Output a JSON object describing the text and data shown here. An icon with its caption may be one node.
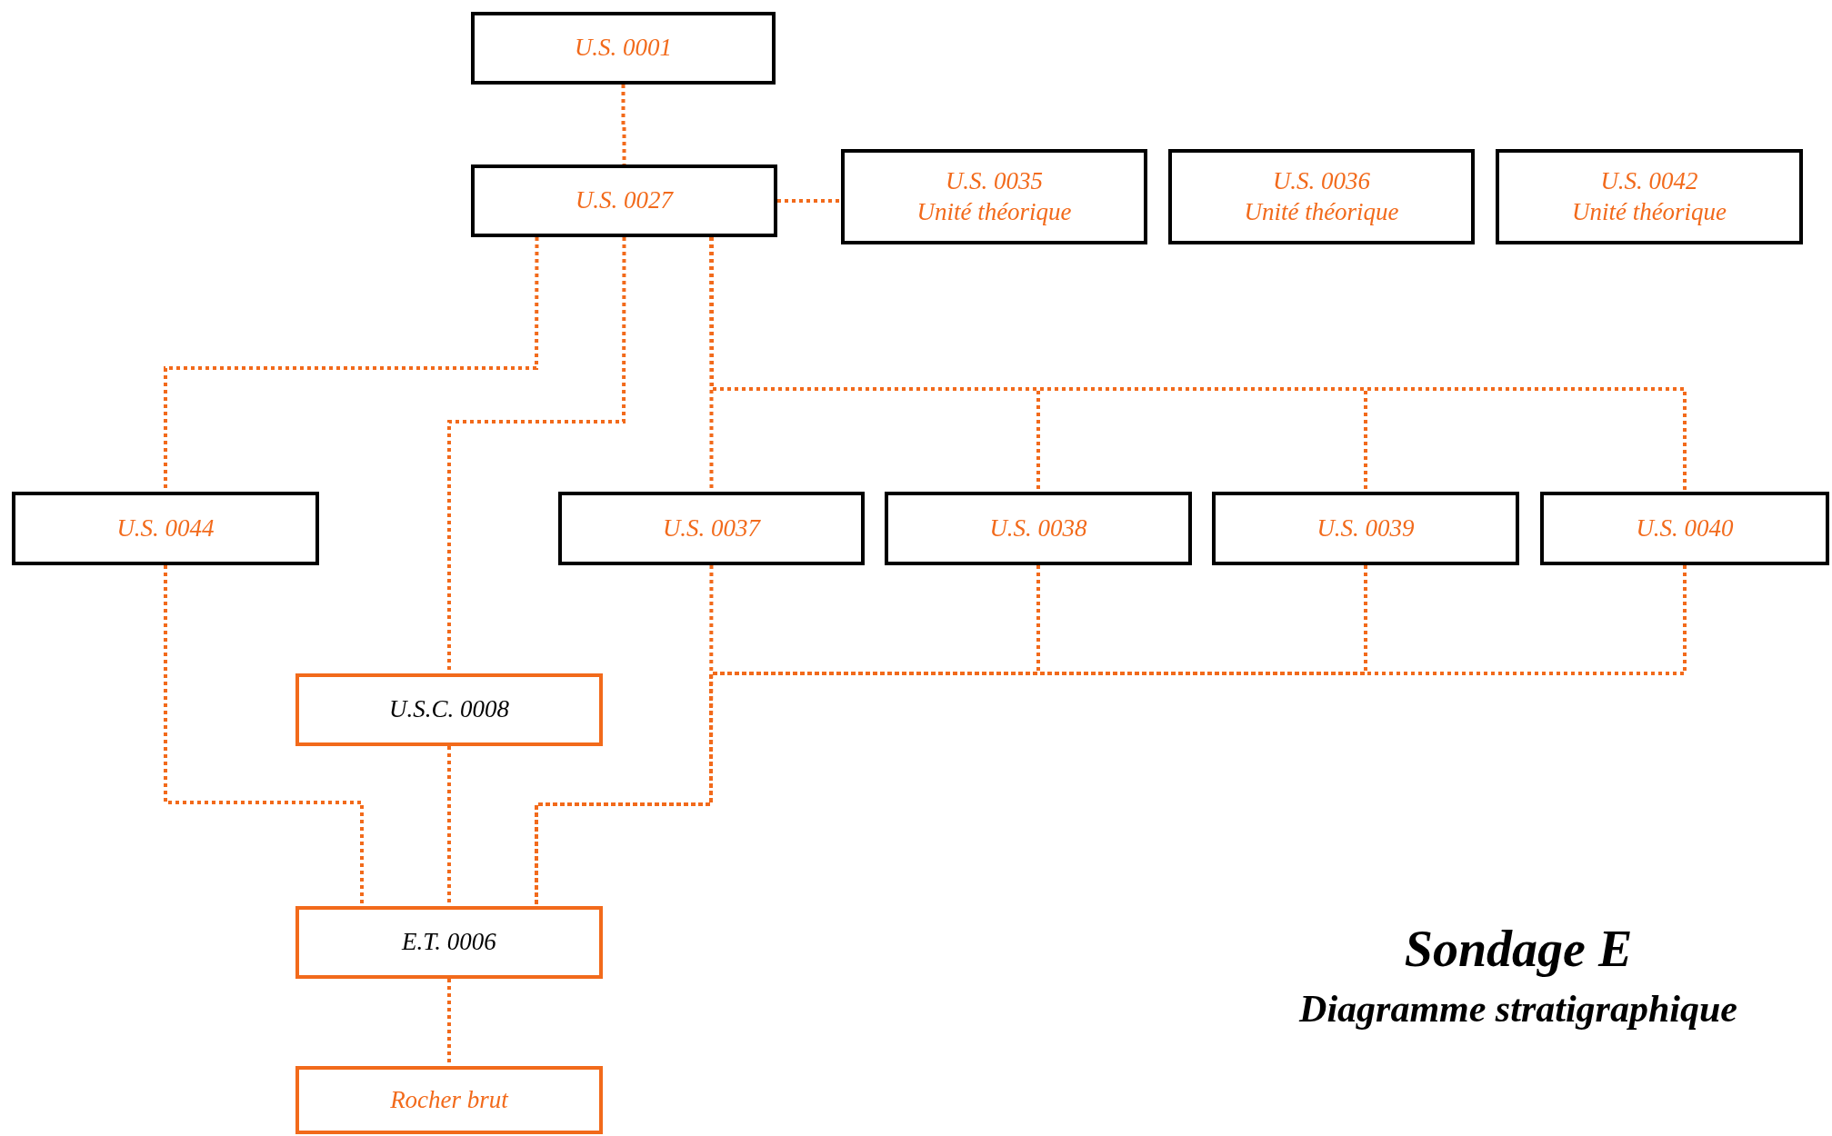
{
  "diagram": {
    "title": "Sondage E",
    "caption": "Diagramme stratigraphique",
    "nodes": [
      {
        "text": [
          "U.S. 0001"
        ]
      },
      {
        "text": [
          "U.S. 0027"
        ]
      },
      {
        "text": [
          "U.S. 0035",
          "Unité théorique"
        ]
      },
      {
        "text": [
          "U.S. 0036",
          "Unité théorique"
        ]
      },
      {
        "text": [
          "U.S. 0042",
          "Unité théorique"
        ]
      },
      {
        "text": [
          "U.S. 0044"
        ]
      },
      {
        "text": [
          "U.S. 0037"
        ]
      },
      {
        "text": [
          "U.S. 0038"
        ]
      },
      {
        "text": [
          "U.S. 0039"
        ]
      },
      {
        "text": [
          "U.S. 0040"
        ]
      },
      {
        "text": [
          "U.S.C. 0008"
        ]
      },
      {
        "text": [
          "E.T. 0006"
        ]
      },
      {
        "text": [
          "Rocher brut"
        ]
      }
    ],
    "edges": [
      {
        "from": 0,
        "to": 1,
        "arrow": "none"
      },
      {
        "from": 1,
        "to": 2,
        "arrow": "none"
      },
      {
        "from": 1,
        "to": 5,
        "arrow": "none"
      },
      {
        "from": 1,
        "to": 10,
        "arrow": "none"
      },
      {
        "from": 1,
        "to": 6,
        "arrow": "none"
      },
      {
        "from": 1,
        "to": 7,
        "arrow": "none"
      },
      {
        "from": 1,
        "to": 8,
        "arrow": "none"
      },
      {
        "from": 1,
        "to": 9,
        "arrow": "none"
      },
      {
        "from": 5,
        "to": 11,
        "arrow": "none"
      },
      {
        "from": 10,
        "to": 11,
        "arrow": "none"
      },
      {
        "from": 6,
        "to": 11,
        "arrow": "none"
      },
      {
        "from": 7,
        "to": 11,
        "arrow": "none"
      },
      {
        "from": 8,
        "to": 11,
        "arrow": "none"
      },
      {
        "from": 9,
        "to": 11,
        "arrow": "none"
      },
      {
        "from": 11,
        "to": 12,
        "arrow": "none"
      }
    ]
  }
}
